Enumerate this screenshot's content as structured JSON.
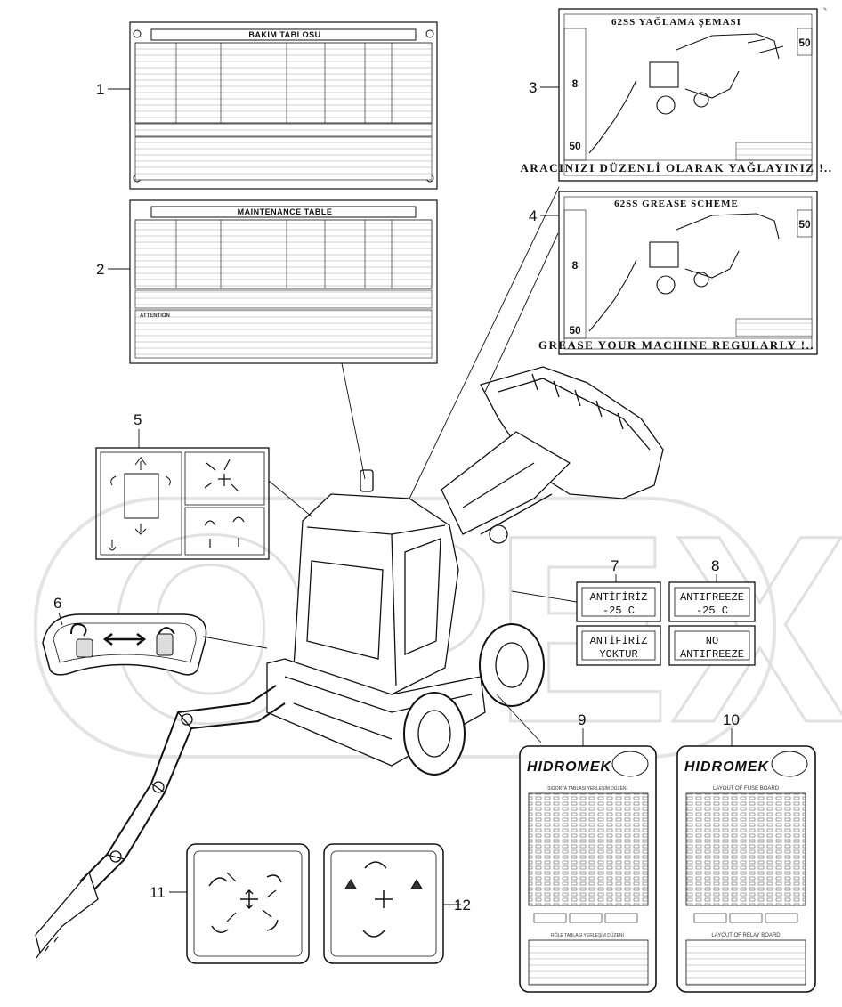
{
  "callouts": [
    "1",
    "2",
    "3",
    "4",
    "5",
    "6",
    "7",
    "8",
    "9",
    "10",
    "11",
    "12"
  ],
  "watermark": "OPEX",
  "plate1": {
    "title": "BAKIM TABLOSU"
  },
  "plate2": {
    "title": "MAINTENANCE TABLE",
    "attention": "ATTENTION"
  },
  "plate3": {
    "title": "62SS YAĞLAMA ŞEMASI",
    "footer": "ARACINIZI DÜZENLİ OLARAK YAĞLAYINIZ !..",
    "hours_top": "50",
    "hours_mid": "8",
    "hours_bot": "50"
  },
  "plate4": {
    "title": "62SS GREASE SCHEME",
    "footer": "GREASE YOUR MACHINE REGULARLY !..",
    "hours_top": "50",
    "hours_mid": "8",
    "hours_bot": "50"
  },
  "plate7": {
    "line1": "ANTİFİRİZ",
    "line2": "-25 C",
    "line3": "ANTİFİRİZ",
    "line4": "YOKTUR"
  },
  "plate8": {
    "line1": "ANTIFREEZE",
    "line2": "-25 C",
    "line3": "NO",
    "line4": "ANTIFREEZE"
  },
  "plate9": {
    "brand": "HIDROMEK",
    "fuse_title": "SIGORTA TABLASI YERLEŞİM DÜZENİ",
    "relay_title": "RÖLE TABLASI YERLEŞİM DÜZENİ"
  },
  "plate10": {
    "brand": "HIDROMEK",
    "fuse_title": "LAYOUT OF FUSE BOARD",
    "relay_title": "LAYOUT OF RELAY BOARD"
  }
}
